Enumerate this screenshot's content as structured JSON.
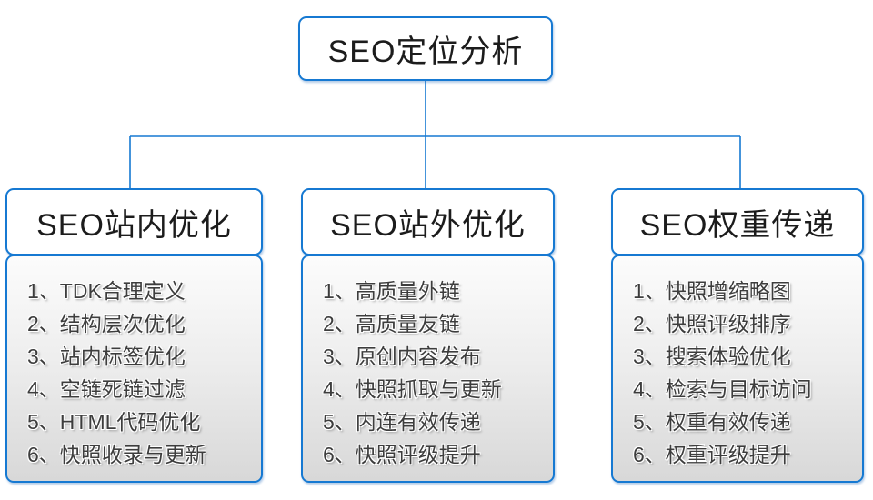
{
  "colors": {
    "accent_blue": "#1679d2",
    "list_gradient_top": "#fcfcfc",
    "list_gradient_bottom": "#d8d8d8",
    "title_text": "#1c1c1c",
    "item_text": "#3d3d3d"
  },
  "root": {
    "title": "SEO定位分析"
  },
  "branches": [
    {
      "title": "SEO站内优化",
      "items": [
        "1、TDK合理定义",
        "2、结构层次优化",
        "3、站内标签优化",
        "4、空链死链过滤",
        "5、HTML代码优化",
        "6、快照收录与更新"
      ]
    },
    {
      "title": "SEO站外优化",
      "items": [
        "1、高质量外链",
        "2、高质量友链",
        "3、原创内容发布",
        "4、快照抓取与更新",
        "5、内连有效传递",
        "6、快照评级提升"
      ]
    },
    {
      "title": "SEO权重传递",
      "items": [
        "1、快照增缩略图",
        "2、快照评级排序",
        "3、搜索体验优化",
        "4、检索与目标访问",
        "5、权重有效传递",
        "6、权重评级提升"
      ]
    }
  ]
}
